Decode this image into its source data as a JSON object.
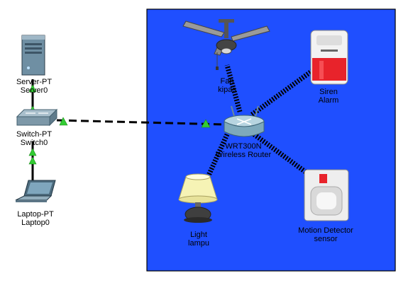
{
  "colors": {
    "zone_fill": "#1f4fff",
    "zone_border": "#000000",
    "wire": "#000000",
    "link_up": "#33cc33",
    "wireless_dash": "#000000"
  },
  "devices": {
    "server": {
      "type": "Server-PT",
      "name": "Server0",
      "icon": "server-icon"
    },
    "switch": {
      "type": "Switch-PT",
      "name": "Switch0",
      "icon": "switch-icon"
    },
    "laptop": {
      "type": "Laptop-PT",
      "name": "Laptop0",
      "icon": "laptop-icon"
    },
    "router": {
      "type": "WRT300N",
      "name": "Wireless Router",
      "icon": "wireless-router-icon"
    },
    "fan": {
      "type": "Fan",
      "name": "kipas",
      "icon": "ceiling-fan-icon"
    },
    "siren": {
      "type": "Siren",
      "name": "Alarm",
      "icon": "siren-icon"
    },
    "light": {
      "type": "Light",
      "name": "lampu",
      "icon": "lamp-icon"
    },
    "motion": {
      "type": "Motion Detector",
      "name": "sensor",
      "icon": "motion-detector-icon"
    }
  },
  "links": [
    {
      "from": "server",
      "to": "switch",
      "style": "solid",
      "status": "up"
    },
    {
      "from": "laptop",
      "to": "switch",
      "style": "solid",
      "status": "up"
    },
    {
      "from": "switch",
      "to": "router",
      "style": "dashed",
      "status": "up"
    },
    {
      "from": "router",
      "to": "fan",
      "style": "wireless"
    },
    {
      "from": "router",
      "to": "siren",
      "style": "wireless"
    },
    {
      "from": "router",
      "to": "light",
      "style": "wireless"
    },
    {
      "from": "router",
      "to": "motion",
      "style": "wireless"
    }
  ]
}
